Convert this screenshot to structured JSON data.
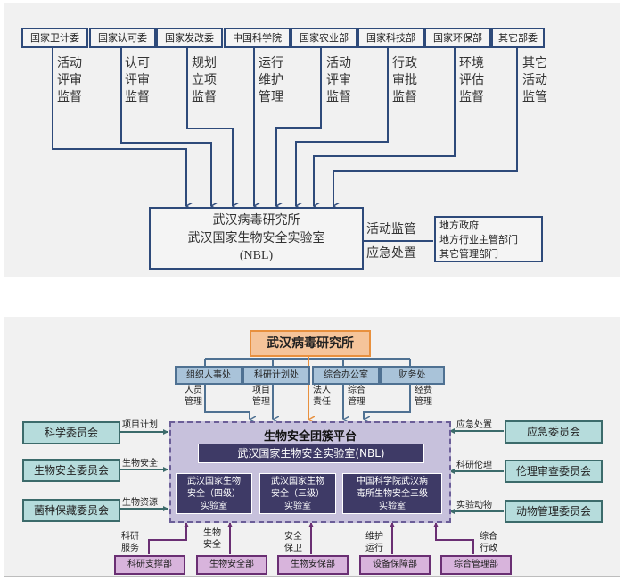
{
  "top_diagram": {
    "agencies": [
      {
        "name": "国家卫计委",
        "role": [
          "活动",
          "评审",
          "监督"
        ]
      },
      {
        "name": "国家认可委",
        "role": [
          "认可",
          "评审",
          "监督"
        ]
      },
      {
        "name": "国家发改委",
        "role": [
          "规划",
          "立项",
          "监督"
        ]
      },
      {
        "name": "中国科学院",
        "role": [
          "运行",
          "维护",
          "管理"
        ]
      },
      {
        "name": "国家农业部",
        "role": [
          "活动",
          "评审",
          "监督"
        ]
      },
      {
        "name": "国家科技部",
        "role": [
          "行政",
          "审批",
          "监督"
        ]
      },
      {
        "name": "国家环保部",
        "role": [
          "环境",
          "评估",
          "监督"
        ]
      },
      {
        "name": "其它部委",
        "role": [
          "其它",
          "活动",
          "监管"
        ]
      }
    ],
    "main_box": {
      "line1": "武汉病毒研究所",
      "line2": "武汉国家生物安全实验室",
      "line3": "(NBL)"
    },
    "local_box": {
      "lines": [
        "地方政府",
        "地方行业主管部门",
        "其它管理部门"
      ]
    },
    "arrow_labels": {
      "upper": "活动监管",
      "lower": "应急处置"
    },
    "colors": {
      "line": "#2e4a7a",
      "background": "#f1f1f1"
    }
  },
  "bottom_diagram": {
    "institute": "武汉病毒研究所",
    "offices": [
      {
        "name": "组织人事处",
        "role": [
          "人员",
          "管理"
        ]
      },
      {
        "name": "科研计划处",
        "role": [
          "项目",
          "管理"
        ]
      },
      {
        "name": "综合办公室",
        "role": [
          "综合",
          "管理"
        ]
      },
      {
        "name": "财务处",
        "role": [
          "经费",
          "管理"
        ]
      }
    ],
    "institute_role": [
      "法人",
      "责任"
    ],
    "platform": {
      "title": "生物安全团簇平台",
      "nbl": "武汉国家生物安全实验室(NBL)",
      "labs": [
        [
          "武汉国家生物",
          "安全（四级）",
          "实验室"
        ],
        [
          "武汉国家生物",
          "安全（三级）",
          "实验室"
        ],
        [
          "中国科学院武汉病",
          "毒所生物安全三级",
          "实验室"
        ]
      ]
    },
    "left_committees": [
      {
        "name": "科学委员会",
        "flow": "项目计划"
      },
      {
        "name": "生物安全委员会",
        "flow": "生物安全"
      },
      {
        "name": "菌种保藏委员会",
        "flow": "生物资源"
      }
    ],
    "right_committees": [
      {
        "name": "应急委员会",
        "flow": "应急处置"
      },
      {
        "name": "伦理审查委员会",
        "flow": "科研伦理"
      },
      {
        "name": "动物管理委员会",
        "flow": "实验动物"
      }
    ],
    "departments": [
      {
        "name": "科研支撑部",
        "role": [
          "科研",
          "服务"
        ]
      },
      {
        "name": "生物安全部",
        "role": [
          "生物",
          "安全"
        ]
      },
      {
        "name": "生物安保部",
        "role": [
          "安全",
          "保卫"
        ]
      },
      {
        "name": "设备保障部",
        "role": [
          "维护",
          "运行"
        ]
      },
      {
        "name": "综合管理部",
        "role": [
          "综合",
          "行政"
        ]
      }
    ],
    "colors": {
      "institute_fill": "#f5c49a",
      "office_fill": "#a9c3d9",
      "platform_fill": "#c7c1dc",
      "lab_fill": "#3e3a66",
      "committee_fill": "#b6dcdc",
      "department_fill": "#d8b4dc"
    }
  }
}
